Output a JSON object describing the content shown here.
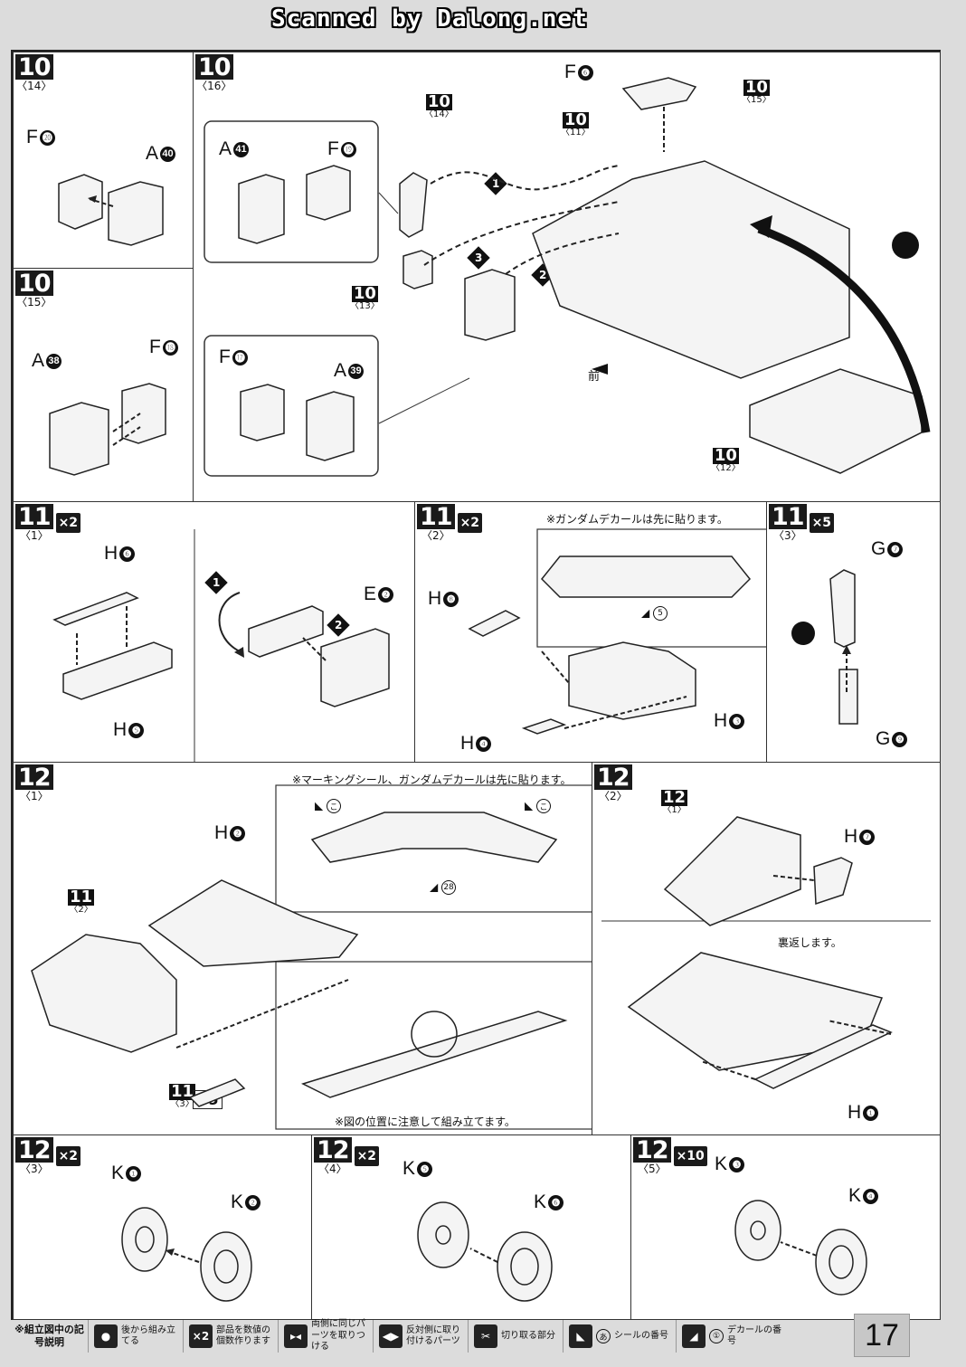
{
  "header": {
    "credit": "Scanned by Dalong.net"
  },
  "panels": {
    "p10_14": {
      "step": "10",
      "sub": "〈14〉",
      "labels": {
        "a": "F",
        "an": "⓴",
        "b": "A",
        "bn": "40"
      }
    },
    "p10_16": {
      "step": "10",
      "sub": "〈16〉",
      "refs": [
        {
          "big": "10",
          "sub": "〈14〉"
        },
        {
          "big": "10",
          "sub": "〈13〉"
        },
        {
          "big": "10",
          "sub": "〈11〉"
        },
        {
          "big": "10",
          "sub": "〈15〉"
        },
        {
          "big": "10",
          "sub": "〈12〉"
        }
      ],
      "labels": {
        "a41": "A",
        "a41n": "41",
        "f19": "F",
        "f19n": "⓳",
        "f6": "F",
        "f6n": "❻",
        "f17": "F",
        "f17n": "⓱",
        "a39": "A",
        "a39n": "39"
      },
      "front": "前",
      "steps": [
        "1",
        "2",
        "3"
      ]
    },
    "p10_15": {
      "step": "10",
      "sub": "〈15〉",
      "labels": {
        "a": "A",
        "an": "38",
        "b": "F",
        "bn": "⓲"
      }
    },
    "p11_1": {
      "step": "11",
      "sub": "〈1〉",
      "mult": "×2",
      "labels": {
        "h6": "H",
        "h6n": "❻",
        "h5": "H",
        "h5n": "❺",
        "e2": "E",
        "e2n": "❷"
      },
      "steps": [
        "1",
        "2"
      ]
    },
    "p11_2": {
      "step": "11",
      "sub": "〈2〉",
      "mult": "×2",
      "note": "※ガンダムデカールは先に貼ります。",
      "decal": "5",
      "labels": {
        "h8": "H",
        "h8n": "❽",
        "h4": "H",
        "h4n": "❹",
        "h3": "H",
        "h3n": "❸"
      }
    },
    "p11_3": {
      "step": "11",
      "sub": "〈3〉",
      "mult": "×5",
      "labels": {
        "g7": "G",
        "g7n": "❼",
        "g9": "G",
        "g9n": "❾"
      }
    },
    "p12_1": {
      "step": "12",
      "sub": "〈1〉",
      "note": "※マーキングシール、ガンダムデカールは先に貼ります。",
      "sticker_a": "こ",
      "sticker_b": "こ",
      "decal": "28",
      "labels": {
        "h2": "H",
        "h2n": "❷"
      },
      "ref_a": {
        "big": "11",
        "sub": "〈2〉"
      },
      "ref_b": {
        "big": "11",
        "sub": "〈3〉"
      },
      "ref_b_mult": "×5",
      "bottom_note": "※図の位置に注意して組み立てます。"
    },
    "p12_2": {
      "step": "12",
      "sub": "〈2〉",
      "ref": {
        "big": "12",
        "sub": "〈1〉"
      },
      "flip": "裏返します。",
      "labels": {
        "h7": "H",
        "h7n": "❼",
        "h1": "H",
        "h1n": "❶"
      }
    },
    "p12_3": {
      "step": "12",
      "sub": "〈3〉",
      "mult": "×2",
      "labels": {
        "k1": "K",
        "k1n": "❶",
        "k2": "K",
        "k2n": "❷"
      }
    },
    "p12_4": {
      "step": "12",
      "sub": "〈4〉",
      "mult": "×2",
      "labels": {
        "k5": "K",
        "k5n": "❺",
        "k6": "K",
        "k6n": "❻"
      }
    },
    "p12_5": {
      "step": "12",
      "sub": "〈5〉",
      "mult": "×10",
      "labels": {
        "k3": "K",
        "k3n": "❸",
        "k4": "K",
        "k4n": "❹"
      }
    }
  },
  "legend": {
    "title": "※組立図中の記号説明",
    "items": [
      {
        "icon": "●",
        "text": "後から組み立てる"
      },
      {
        "icon": "×2",
        "text": "部品を数値の個数作ります"
      },
      {
        "icon": "▸◂",
        "text": "両側に同じパーツを取りつける"
      },
      {
        "icon": "◀▶",
        "text": "反対側に取り付けるパーツ"
      },
      {
        "icon": "✂",
        "text": "切り取る部分"
      },
      {
        "icon": "◣",
        "text": "シールの番号",
        "mark": "あ"
      },
      {
        "icon": "◢",
        "text": "デカールの番号",
        "mark": "①"
      }
    ]
  },
  "page_number": "17"
}
